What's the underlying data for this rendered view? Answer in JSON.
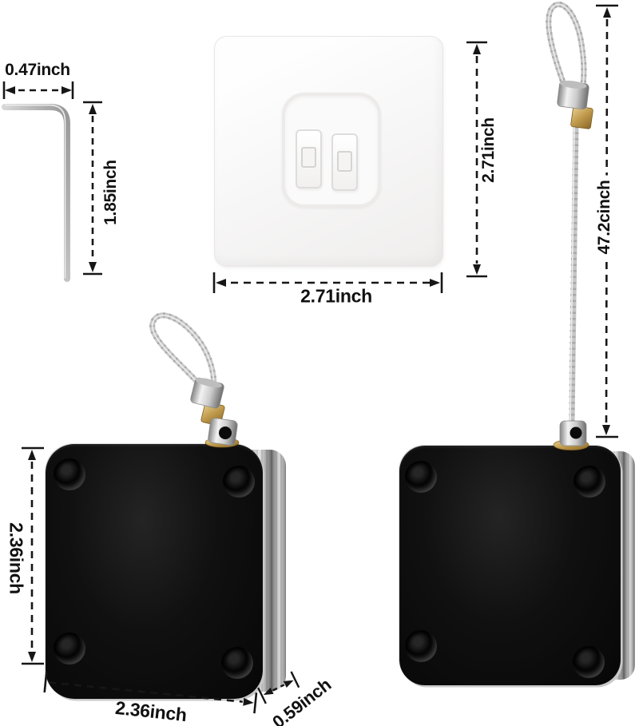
{
  "labels": {
    "allen_key_width": "0.47inch",
    "allen_key_length": "1.85inch",
    "adhesive_pad_width": "2.71inch",
    "cable_loop_height": "2.71inch",
    "cable_total_length": "47.2cinch",
    "door_closer_height": "2.36inch",
    "door_closer_width": "2.36inch",
    "door_closer_depth": "0.59inch"
  },
  "colors": {
    "background": "#ffffff",
    "dimension_lines": "#161616",
    "closer_body": "#0d0d0d",
    "metal_silver": "#c6c6c6",
    "brass_fitting": "#bf9a4c",
    "cable": "#c4c4c4",
    "adhesive_pad": "#f7f6f5"
  }
}
